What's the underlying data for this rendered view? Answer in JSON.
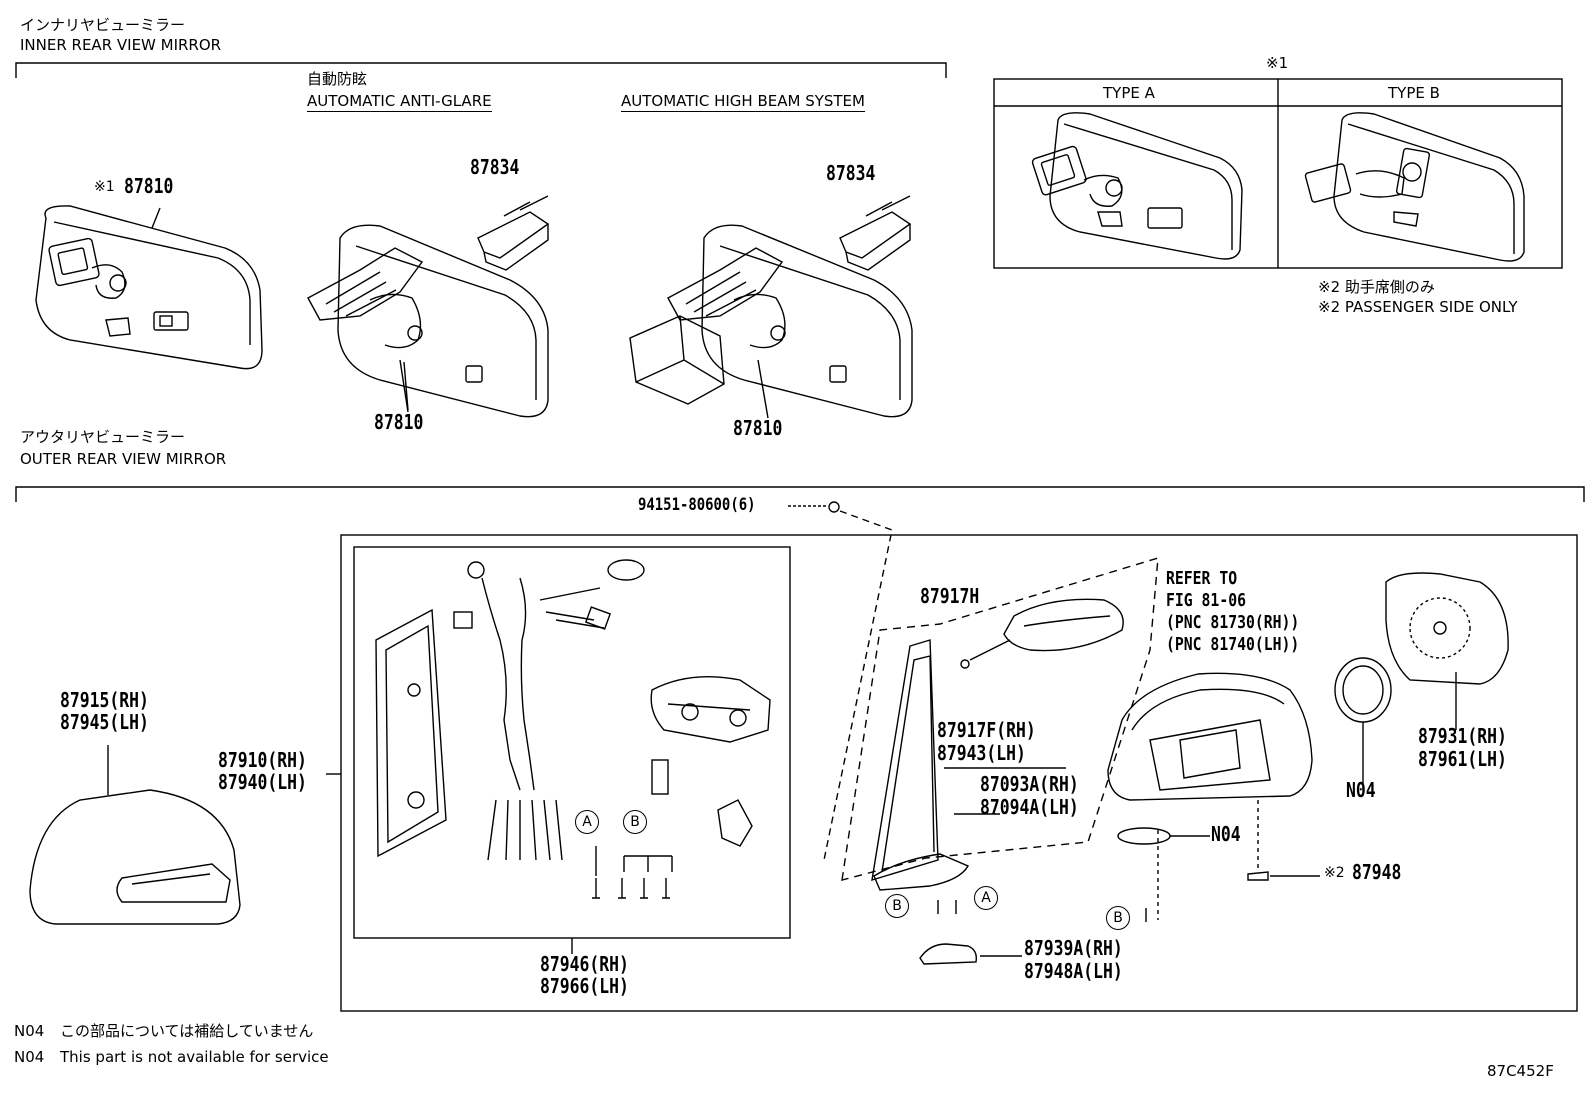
{
  "inner": {
    "title_jp": "インナリヤビューミラー",
    "title_en": "INNER REAR VIEW MIRROR",
    "anti_glare_jp": "自動防眩",
    "anti_glare_en": "AUTOMATIC ANTI-GLARE",
    "high_beam_en": "AUTOMATIC HIGH BEAM SYSTEM",
    "part_87810_prefix": "※1",
    "parts": [
      "87810",
      "87834",
      "87810",
      "87834",
      "87810"
    ]
  },
  "types": {
    "note_mark": "※1",
    "type_a": "TYPE A",
    "type_b": "TYPE B",
    "passenger_jp": "※2 助手席側のみ",
    "passenger_en": "※2 PASSENGER SIDE ONLY"
  },
  "outer": {
    "title_jp": "アウタリヤビューミラー",
    "title_en": "OUTER REAR VIEW MIRROR",
    "screw": "94151-80600(6)",
    "cover": [
      "87915(RH)",
      "87945(LH)"
    ],
    "assy": [
      "87910(RH)",
      "87940(LH)"
    ],
    "subassy": [
      "87946(RH)",
      "87966(LH)"
    ],
    "p87917h": "87917H",
    "refer": [
      "REFER TO",
      "FIG 81-06",
      "(PNC 81730(RH))",
      "(PNC 81740(LH))"
    ],
    "p87917f": [
      "87917F(RH)",
      "87943(LH)"
    ],
    "p87093": [
      "87093A(RH)",
      "87094A(LH)"
    ],
    "n04a": "N04",
    "n04b": "N04",
    "glass": [
      "87931(RH)",
      "87961(LH)"
    ],
    "p87948_prefix": "※2",
    "p87948": "87948",
    "p87939": [
      "87939A(RH)",
      "87948A(LH)"
    ],
    "letter_a": "A",
    "letter_b": "B"
  },
  "footer": {
    "n04_code": "N04",
    "note_jp": "この部品については補給していません",
    "note_en": "This part is not available for service",
    "fig_code": "87C452F"
  }
}
